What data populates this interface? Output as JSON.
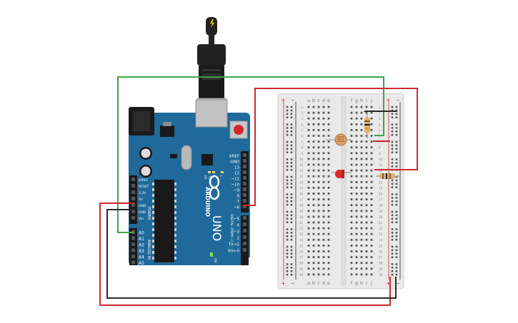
{
  "arduino": {
    "brand": "ARDUINO",
    "model": "UNO",
    "power_header_labels": [
      "IOREF",
      "RESET",
      "3.3V",
      "5V",
      "GND",
      "GND",
      "Vin"
    ],
    "power_section_label": "POWER",
    "analog_header_labels": [
      "A0",
      "A1",
      "A2",
      "A3",
      "A4",
      "A5"
    ],
    "analog_section_label": "ANALOG IN",
    "digital_header_labels": [
      "AREF",
      "GND",
      "13",
      "12",
      "~11",
      "~10",
      "~9",
      "8",
      "7",
      "~6",
      "~5",
      "4",
      "~3",
      "2",
      "TX→1",
      "RX←0"
    ],
    "digital_section_label": "DIGITAL (PWM ~)",
    "led_labels": [
      "RX",
      "TX",
      "L"
    ],
    "on_label": "ON"
  },
  "breadboard": {
    "column_letters_left": [
      "a",
      "b",
      "c",
      "d",
      "e"
    ],
    "column_letters_right": [
      "f",
      "g",
      "h",
      "i",
      "j"
    ],
    "rail_plus": "+",
    "rail_minus": "–",
    "row_count": 30
  },
  "colors": {
    "board": "#1f6a9b",
    "breadboard": "#e9e9e9",
    "wire_red": "#d0272e",
    "wire_green": "#39a845",
    "wire_black": "#2a2a2a",
    "led_red": "#e02a2a",
    "photoresistor": "#d9a36a"
  }
}
